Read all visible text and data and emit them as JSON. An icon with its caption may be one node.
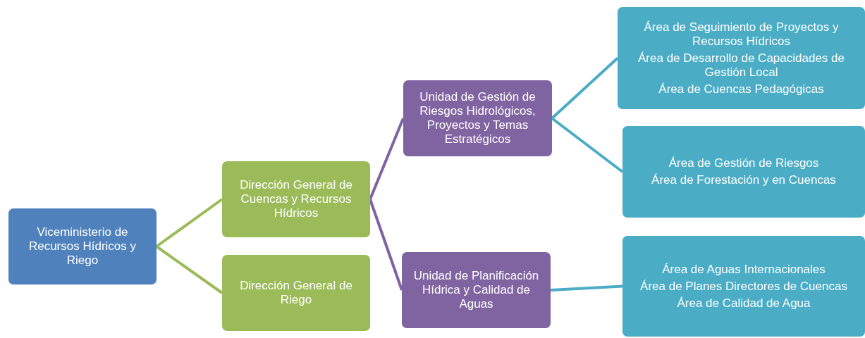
{
  "diagram": {
    "nodes": [
      {
        "text": [
          "Viceministerio de Recursos Hídricos y Riego"
        ]
      },
      {
        "text": [
          "Dirección General de Cuencas y Recursos Hídricos"
        ]
      },
      {
        "text": [
          "Dirección General de Riego"
        ]
      },
      {
        "text": [
          "Unidad de Gestión de Riesgos Hidrológicos, Proyectos y Temas Estratégicos"
        ]
      },
      {
        "text": [
          "Unidad de Planificación Hídrica y Calidad de Aguas"
        ]
      },
      {
        "text": [
          "Área de Seguimiento de Proyectos y Recursos Hídricos",
          "Área de Desarrollo de Capacidades de Gestión Local",
          "Área de Cuencas Pedagógicas"
        ]
      },
      {
        "text": [
          "Área de Gestión de Riesgos",
          "Área de Forestación y en Cuencas"
        ]
      },
      {
        "text": [
          "Área de Aguas Internacionales",
          "Área de Planes Directores de Cuencas",
          "Área de Calidad de Agua"
        ]
      }
    ],
    "edges": [
      {
        "from": 0,
        "to": 1,
        "arrow": "none",
        "color": "#9bbb59"
      },
      {
        "from": 0,
        "to": 2,
        "arrow": "none",
        "color": "#9bbb59"
      },
      {
        "from": 1,
        "to": 3,
        "arrow": "none",
        "color": "#8064a2"
      },
      {
        "from": 1,
        "to": 4,
        "arrow": "none",
        "color": "#8064a2"
      },
      {
        "from": 3,
        "to": 5,
        "arrow": "none"
      },
      {
        "from": 3,
        "to": 6,
        "arrow": "none"
      },
      {
        "from": 4,
        "to": 7,
        "arrow": "none"
      }
    ]
  }
}
